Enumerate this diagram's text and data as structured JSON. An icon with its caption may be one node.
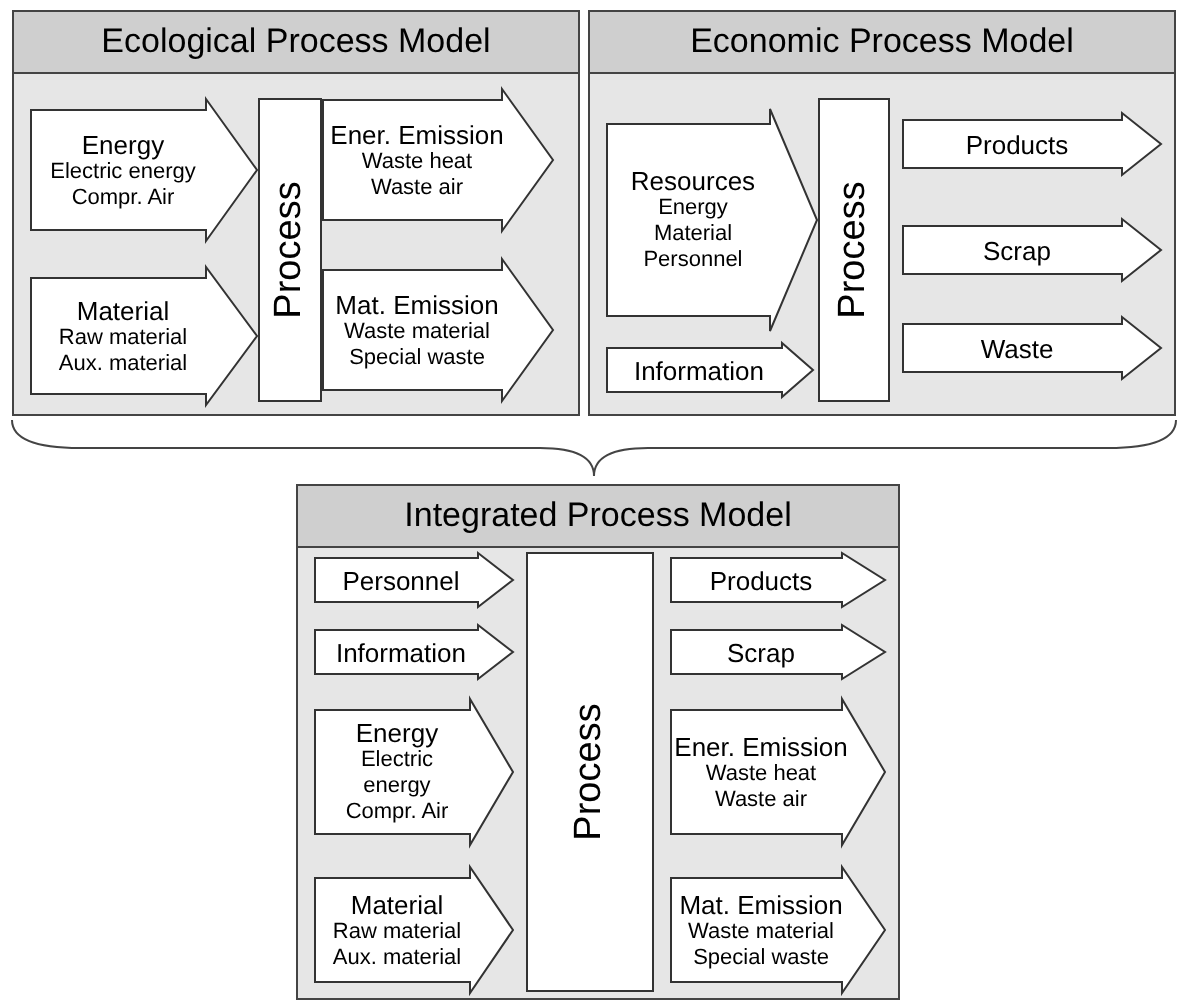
{
  "diagram": {
    "nodes": [
      {
        "text": [
          "Ecological Process Model"
        ]
      },
      {
        "text": [
          "Energy",
          "Electric energy Compr. Air"
        ],
        "in": 0
      },
      {
        "text": [
          "Material",
          "Raw material Aux. material"
        ],
        "in": 0
      },
      {
        "text": [
          "Process"
        ],
        "in": 0
      },
      {
        "text": [
          "Ener. Emission",
          "Waste heat Waste air"
        ],
        "in": 0
      },
      {
        "text": [
          "Mat. Emission",
          "Waste material Special waste"
        ],
        "in": 0
      },
      {
        "text": [
          "Economic Process Model"
        ]
      },
      {
        "text": [
          "Resources",
          "Energy Material Personnel"
        ],
        "in": 6
      },
      {
        "text": [
          "Information"
        ],
        "in": 6
      },
      {
        "text": [
          "Process"
        ],
        "in": 6
      },
      {
        "text": [
          "Products"
        ],
        "in": 6
      },
      {
        "text": [
          "Scrap"
        ],
        "in": 6
      },
      {
        "text": [
          "Waste"
        ],
        "in": 6
      },
      {
        "text": [
          "Integrated Process Model"
        ]
      },
      {
        "text": [
          "Personnel"
        ],
        "in": 13
      },
      {
        "text": [
          "Information"
        ],
        "in": 13
      },
      {
        "text": [
          "Energy",
          "Electric energy Compr. Air"
        ],
        "in": 13
      },
      {
        "text": [
          "Material",
          "Raw material Aux. material"
        ],
        "in": 13
      },
      {
        "text": [
          "Process"
        ],
        "in": 13
      },
      {
        "text": [
          "Products"
        ],
        "in": 13
      },
      {
        "text": [
          "Scrap"
        ],
        "in": 13
      },
      {
        "text": [
          "Ener. Emission",
          "Waste heat Waste air"
        ],
        "in": 13
      },
      {
        "text": [
          "Mat. Emission",
          "Waste material Special waste"
        ],
        "in": 13
      }
    ]
  }
}
